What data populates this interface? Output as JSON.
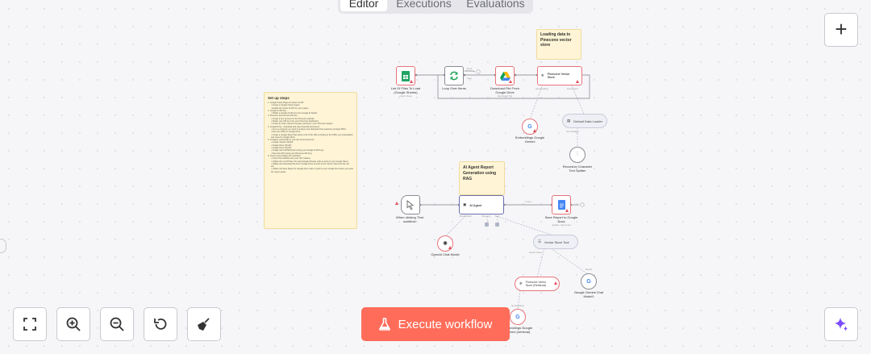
{
  "tabs": [
    "Editor",
    "Executions",
    "Evaluations"
  ],
  "toolbar": {
    "zoom_fit_icon": "fullscreen-icon",
    "zoom_in_icon": "zoom-in-icon",
    "zoom_out_icon": "zoom-out-icon",
    "reset_icon": "undo-icon",
    "tidy_icon": "broom-icon",
    "execute_label": "Execute workflow",
    "execute_icon": "flask-icon",
    "add_icon": "plus-icon",
    "ai_icon": "sparkle-icon"
  },
  "colors": {
    "execute": "#ff6d5a",
    "error": "#e34c5b",
    "sticky": "#fff5d6",
    "ai": "#7c4dff"
  },
  "stickies": {
    "setup": {
      "title": "Set up steps",
      "lines": [
        "1. Google Cloud Project & Vertex AI API:",
        "• Create a Google Cloud project.",
        "• Enable the Vertex AI API for your project.",
        "2. Google AI API key:",
        "• Obtain a Google AI API key from Google AI Studio.",
        "3. Pinecone account and API key:",
        "• Create a free account on the Pinecone website.",
        "• Obtain your API key from your Pinecone dashboard.",
        "• Create an index named company-earnings in your Pinecone project.",
        "4. Google Drive - download and save financial documents:",
        "• Go to a company you want to analyze and download their quarterly earnings PDFs.",
        "• Save the PDFs in Google Drive.",
        "• Create a Google Sheet that stores a list of file URLs pointing to the PDFs you downloaded and saved to Google Drive.",
        "5. Configure credentials in your n8n environment for:",
        "• Google Sheets OAuth2",
        "• Google Drive OAuth2",
        "• Google Docs OAuth2",
        "• Google Gemini(PaLM) Api (using your Google AI API key)",
        "• Pinecone API (using your Pinecone API key)",
        "6. Import and configure the workflow:",
        "• Import this workflow into your n8n instance.",
        "• Update the List Of Files To Load (Google Sheets) node to point to your Google Sheet.",
        "• Update the Download File From Google Drive to point to the column where the file urls are.",
        "• Update the Save Report to Google Docs node to point to your Google Doc where you want the report saved."
      ]
    },
    "loading": "Loading data to Pinecone vector store",
    "agent": "AI Agent Report Generation using RAG"
  },
  "nodes": {
    "sheets": {
      "label": "List Of Files To Load (Google Sheets)",
      "sub": "read: sheet"
    },
    "loop": {
      "label": "Loop Over Items",
      "done": "done",
      "loop": "loop"
    },
    "download": {
      "label": "Download File From Google Drive",
      "sub": "download: file"
    },
    "pinecone_store": {
      "label": "Pinecone Vector Store"
    },
    "embeddings1": {
      "label": "Embeddings Google Gemini"
    },
    "data_loader": {
      "label": "Default Data Loader"
    },
    "splitter": {
      "label": "Recursive Character Text Splitter"
    },
    "trigger": {
      "label": "When clicking 'Test workflow'"
    },
    "agent": {
      "label": "AI Agent"
    },
    "save_doc": {
      "label": "Save Report to Google Docs",
      "sub": "update: document"
    },
    "openai": {
      "label": "OpenAI Chat Model"
    },
    "vector_tool": {
      "label": "Vector Store Tool"
    },
    "pinecone_retrieval": {
      "label": "Pinecone Vector Store (Retrieval)"
    },
    "gemini_chat": {
      "label": "Google Gemini Chat Model1"
    },
    "embeddings2": {
      "label": "Embeddings Google Gemini (retrieval)"
    }
  },
  "edge_labels": {
    "embedding": "Embedding",
    "document": "Document",
    "text_splitter": "Text Splitter",
    "chat_model": "Chat Model",
    "memory": "Memory",
    "tool": "Tool",
    "vector_store": "Vector Store",
    "model": "Model",
    "item_count": "1 item"
  }
}
